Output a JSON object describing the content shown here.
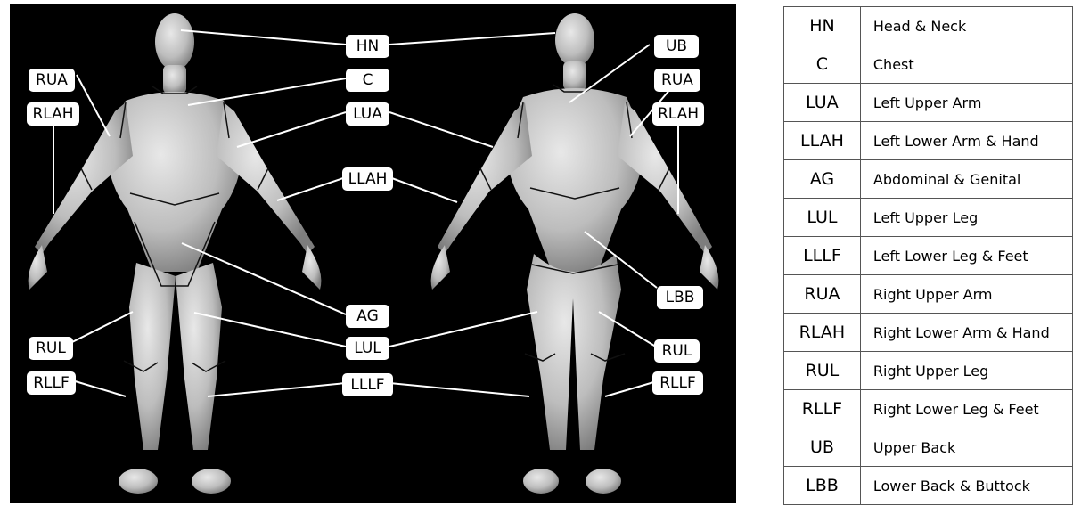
{
  "labels": {
    "HN": "HN",
    "C": "C",
    "LUA": "LUA",
    "LLAH": "LLAH",
    "AG": "AG",
    "LUL": "LUL",
    "LLLF": "LLLF",
    "RUA": "RUA",
    "RLAH": "RLAH",
    "RUL": "RUL",
    "RLLF": "RLLF",
    "UB": "UB",
    "LBB": "LBB"
  },
  "legend": [
    {
      "code": "HN",
      "name": "Head & Neck"
    },
    {
      "code": "C",
      "name": "Chest"
    },
    {
      "code": "LUA",
      "name": "Left Upper Arm"
    },
    {
      "code": "LLAH",
      "name": "Left Lower Arm & Hand"
    },
    {
      "code": "AG",
      "name": "Abdominal & Genital"
    },
    {
      "code": "LUL",
      "name": "Left Upper Leg"
    },
    {
      "code": "LLLF",
      "name": "Left Lower Leg & Feet"
    },
    {
      "code": "RUA",
      "name": "Right Upper Arm"
    },
    {
      "code": "RLAH",
      "name": "Right Lower Arm & Hand"
    },
    {
      "code": "RUL",
      "name": "Right Upper Leg"
    },
    {
      "code": "RLLF",
      "name": "Right Lower Leg & Feet"
    },
    {
      "code": "UB",
      "name": "Upper Back"
    },
    {
      "code": "LBB",
      "name": "Lower Back & Buttock"
    }
  ]
}
